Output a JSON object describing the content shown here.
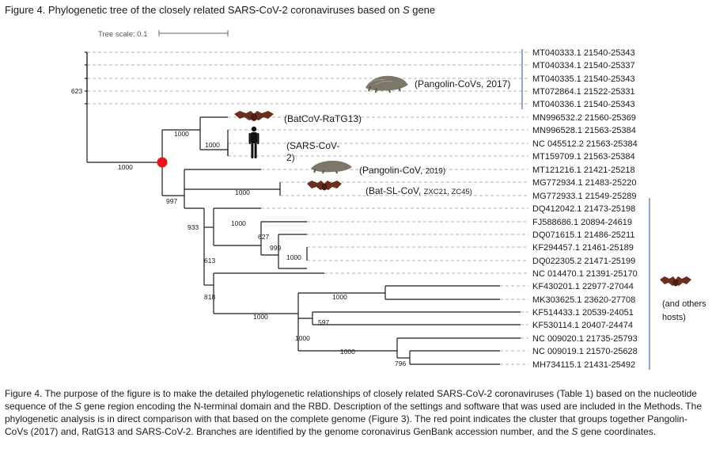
{
  "figure": {
    "title_prefix": "Figure 4. Phylogenetic tree of the closely related SARS-CoV-2 coronaviruses based on ",
    "title_gene": "S",
    "title_suffix": " gene"
  },
  "tree": {
    "scale_label": "Tree scale: 0.1",
    "leaves": [
      "MT040333.1 21540-25343",
      "MT040334.1 21540-25337",
      "MT040335.1 21540-25343",
      "MT072864.1 21522-25331",
      "MT040336.1 21540-25343",
      "MN996532.2 21560-25369",
      "MN996528.1 21563-25384",
      "NC 045512.2 21563-25384",
      "MT159709.1 21563-25384",
      "MT121216.1 21421-25218",
      "MG772934.1 21483-25220",
      "MG772933.1 21549-25289",
      "DQ412042.1 21473-25198",
      "FJ588686.1 20894-24619",
      "DQ071615.1 21486-25211",
      "KF294457.1 21461-25189",
      "DQ022305.2 21471-25199",
      "NC 014470.1 21391-25170",
      "KF430201.1 22977-27044",
      "MK303625.1 23620-27708",
      "KF514433.1 20539-24051",
      "KF530114.1 20407-24474",
      "NC 009020.1 21735-25793",
      "NC 009019.1 21570-25628",
      "MH734115.1 21431-25492"
    ],
    "bootstrap": [
      "623",
      "1000",
      "1000",
      "1000",
      "997",
      "1000",
      "933",
      "1000",
      "627",
      "999",
      "1000",
      "613",
      "818",
      "1000",
      "1000",
      "597",
      "1000",
      "1000",
      "796"
    ],
    "groups": {
      "pangolin_2017": "(Pangolin-CoVs, 2017)",
      "batcov": "(BatCoV-RaTG13)",
      "sars_line1": "(SARS-CoV-",
      "sars_line2": "2)",
      "pangolin_2019_main": "(Pangolin-CoV, ",
      "pangolin_2019_year": "2019)",
      "bat_sl_main": "(Bat-SL-CoV, ",
      "bat_sl_ids": "ZXC21, ZC45)",
      "others_line1": "(and others",
      "others_line2": "hosts)"
    },
    "colors": {
      "branch": "#1a1a1a",
      "guide": "#9a9a9a",
      "group_bar": "#4a6fa5",
      "red_node": "#e8141b",
      "bat": "#6b2f1e",
      "pangolin": "#7d766a",
      "human": "#111111"
    },
    "icons": [
      "pangolin-icon",
      "bat-icon",
      "human-silhouette-icon",
      "pangolin-icon",
      "bat-icon",
      "bat-icon"
    ]
  },
  "caption": {
    "p1": "Figure 4. The purpose of the figure is to make the detailed phylogenetic relationships of closely related SARS-CoV-2 coronaviruses (Table 1) based on the nucleotide sequence of the ",
    "p2": "S",
    "p3": " gene region encoding the N-terminal domain and the RBD. Description of the settings and software that was used are included in the Methods. The phylogenetic analysis is in direct comparison with that based on the complete genome (Figure 3). The red point indicates the cluster that groups together Pangolin-CoVs (2017) and, RatG13 and SARS-CoV-2. Branches are identified by the genome coronavirus GenBank accession number, and the ",
    "p4": "S",
    "p5": " gene coordinates."
  }
}
